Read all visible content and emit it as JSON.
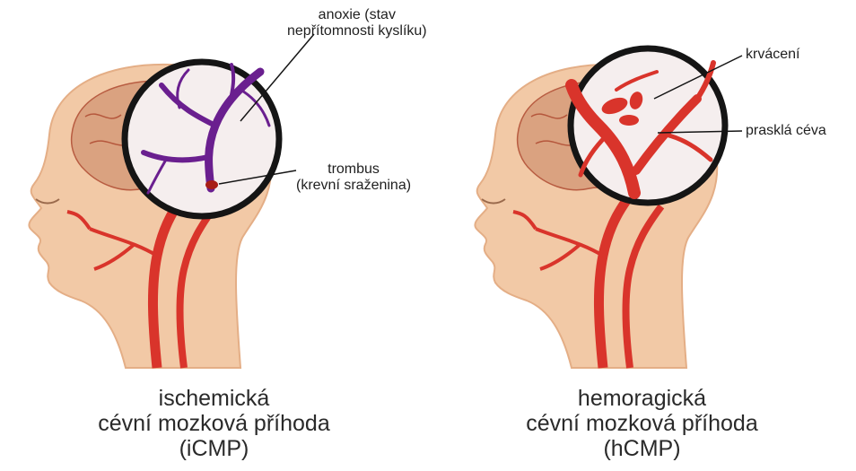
{
  "colors": {
    "skin": "#f2c9a6",
    "skin_shadow": "#e4ae86",
    "brain": "#d9a07f",
    "brain_dark": "#b5573c",
    "artery": "#d9342b",
    "artery_dark": "#a81e16",
    "clot": "#6a1f8f",
    "lens_ring": "#151515",
    "lens_fill": "#f5eeee"
  },
  "left": {
    "callouts": {
      "anoxie": [
        "anoxie (stav",
        "nepřítomnosti kyslíku)"
      ],
      "trombus": [
        "trombus",
        "(krevní sraženina)"
      ]
    },
    "caption": [
      "ischemická",
      "cévní mozková příhoda",
      "(iCMP)"
    ]
  },
  "right": {
    "callouts": {
      "krvaceni": "krvácení",
      "praskla": "prasklá céva"
    },
    "caption": [
      "hemoragická",
      "cévní mozková příhoda",
      "(hCMP)"
    ]
  }
}
